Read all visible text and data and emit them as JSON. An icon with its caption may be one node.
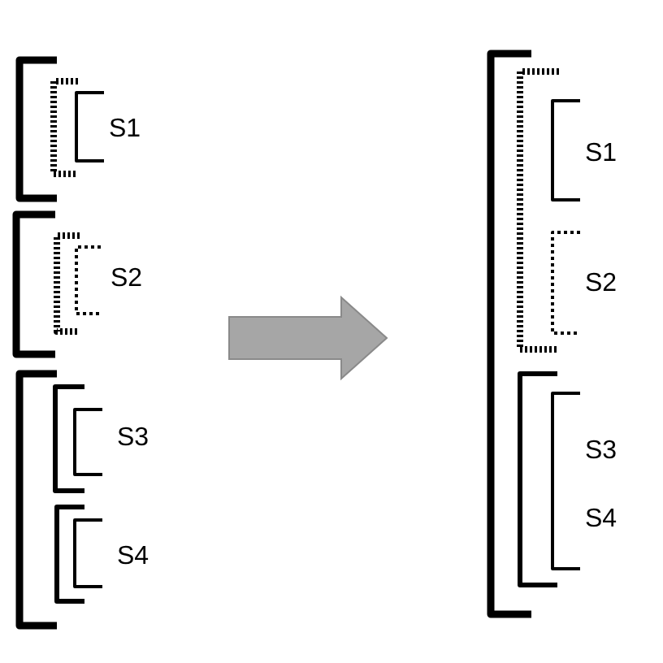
{
  "diagram": {
    "labels": [
      "S1",
      "S2",
      "S3",
      "S4",
      "S1",
      "S2",
      "S3",
      "S4"
    ]
  }
}
